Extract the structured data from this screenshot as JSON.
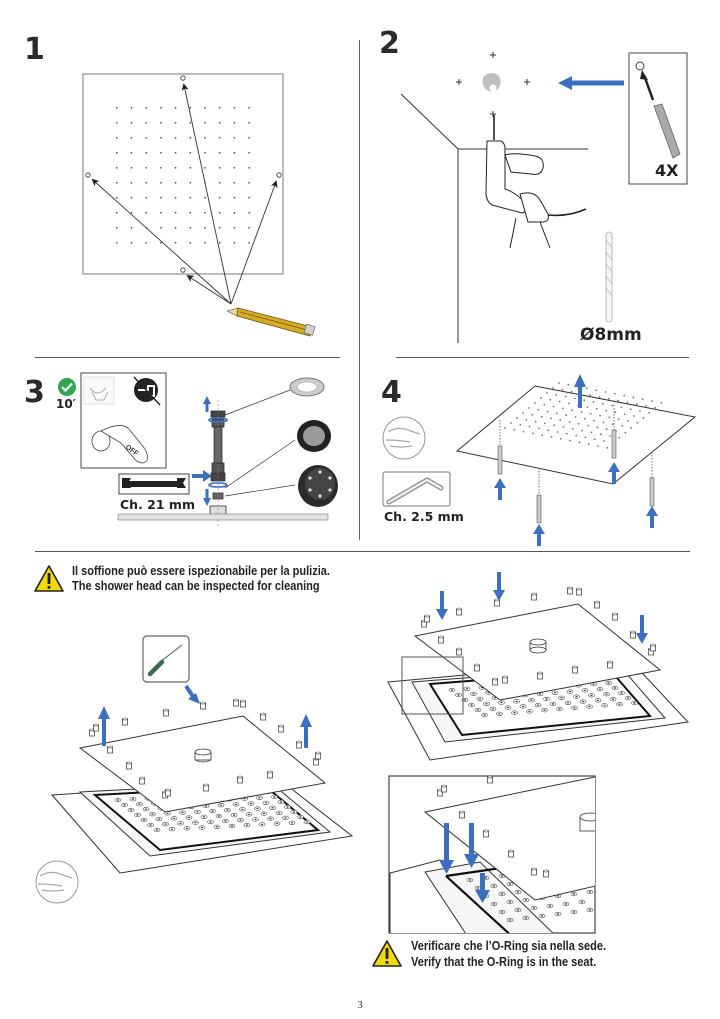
{
  "page": {
    "number": "3"
  },
  "colors": {
    "arrow_blue": "#3d6fc0",
    "warning_yellow": "#f4d90a",
    "check_green": "#2fa84f",
    "line": "#555555"
  },
  "steps": [
    {
      "number": "1",
      "description": "mark-drill-holes-with-pencil-on-template"
    },
    {
      "number": "2",
      "drill_bit_label": "Ø8mm",
      "anchor_quantity": "4X"
    },
    {
      "number": "3",
      "wait_time": "10′",
      "wrench_label": "Ch. 21 mm",
      "valve_label": "OFF"
    },
    {
      "number": "4",
      "hex_key_label": "Ch. 2.5 mm"
    }
  ],
  "notes": {
    "inspection": {
      "italian": "Il soffione può essere ispezionabile per la pulizia.",
      "english": "The shower head can be inspected for cleaning"
    },
    "oring": {
      "italian": "Verificare che l’O-Ring sia nella sede.",
      "english": "Verify that the O-Ring is in the seat."
    }
  },
  "icons": [
    "pencil-icon",
    "drill-icon",
    "wall-anchor-icon",
    "drill-bit-icon",
    "check-icon",
    "no-water-icon",
    "valve-icon",
    "wrench-icon",
    "o-ring-icon",
    "filter-icon",
    "nozzle-icon",
    "gloves-icon",
    "hex-key-icon",
    "screwdriver-icon",
    "warning-icon"
  ]
}
